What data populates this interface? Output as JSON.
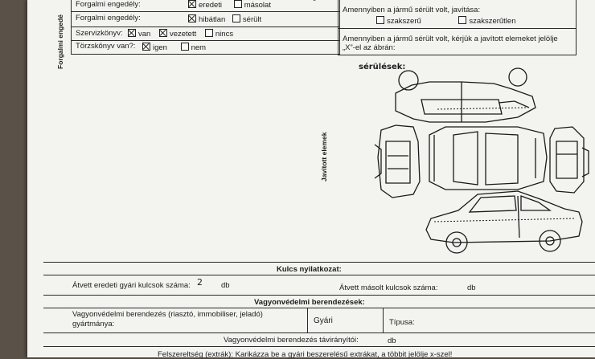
{
  "side_label": "Forgalmi engedé",
  "rows": {
    "forgalmi1": {
      "label": "Forgalmi engedély:",
      "opt1": "eredeti",
      "opt2": "másolat"
    },
    "forgalmi2": {
      "label": "Forgalmi engedély:",
      "opt1": "hibátlan",
      "opt2": "sérült"
    },
    "szerviz": {
      "label": "Szervizkönyv:",
      "opt1": "van",
      "opt2": "vezetett",
      "opt3": "nincs"
    },
    "torzskonyv": {
      "label": "Törzskönyv van?:",
      "opt1": "igen",
      "opt2": "nem"
    }
  },
  "repair": {
    "question": "Amennyiben a jármű sérült volt, javítása:",
    "opt1": "szakszerű",
    "opt2": "szakszerűtlen"
  },
  "damage_instr": {
    "line1": "Amennyiben a jármű sérült volt, kérjük a javított elemeket jelölje",
    "line2": "„X”-el az ábrán:"
  },
  "diagram": {
    "damage_label": "sérülések:",
    "repaired_label": "Javított elemek"
  },
  "keys": {
    "header": "Kulcs nyilatkozat:",
    "original_label": "Átvett eredeti gyári kulcsok száma:",
    "original_value": "2",
    "original_unit": "db",
    "copy_label": "Átvett másolt kulcsok száma:",
    "copy_unit": "db"
  },
  "security": {
    "header": "Vagyonvédelmi berendezések:",
    "maker_line1": "Vagyonvédelmi berendezés (riasztó, immobiliser, jeladó)",
    "maker_line2": "gyártmánya:",
    "maker_value": "Gyári",
    "type_label": "Típusa:",
    "remote_label": "Vagyonvédelmi berendezés távirányítói:",
    "remote_unit": "db"
  },
  "extras": {
    "text": "Felszereltség (extrák): Karikázza be a gyári beszerelésű extrákat, a többit jelölje x-szel!"
  }
}
